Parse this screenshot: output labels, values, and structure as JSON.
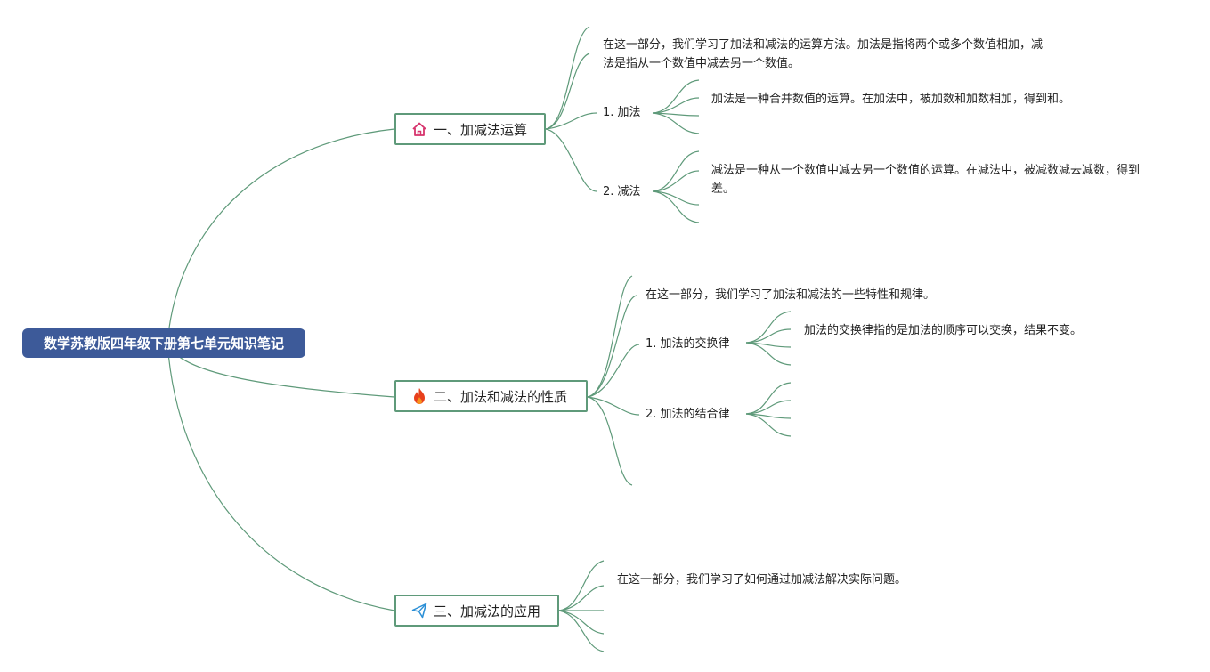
{
  "root": {
    "title": "数学苏教版四年级下册第七单元知识笔记"
  },
  "colors": {
    "root_bg": "#3d5a99",
    "connector": "#5f9a7a",
    "topic_border": "#5f9a7a"
  },
  "topics": [
    {
      "title": "一、加减法运算",
      "icon": "home-icon",
      "intro": "在这一部分，我们学习了加法和减法的运算方法。加法是指将两个或多个数值相加，减法是指从一个数值中减去另一个数值。",
      "subs": [
        {
          "label": "1. 加法",
          "detail": "加法是一种合并数值的运算。在加法中，被加数和加数相加，得到和。"
        },
        {
          "label": "2. 减法",
          "detail": "减法是一种从一个数值中减去另一个数值的运算。在减法中，被减数减去减数，得到差。"
        }
      ]
    },
    {
      "title": "二、加法和减法的性质",
      "icon": "fire-icon",
      "intro": "在这一部分，我们学习了加法和减法的一些特性和规律。",
      "subs": [
        {
          "label": "1. 加法的交换律",
          "detail": "加法的交换律指的是加法的顺序可以交换，结果不变。"
        },
        {
          "label": "2. 加法的结合律",
          "detail": ""
        }
      ]
    },
    {
      "title": "三、加减法的应用",
      "icon": "paper-plane-icon",
      "intro": "在这一部分，我们学习了如何通过加减法解决实际问题。",
      "subs": []
    }
  ]
}
